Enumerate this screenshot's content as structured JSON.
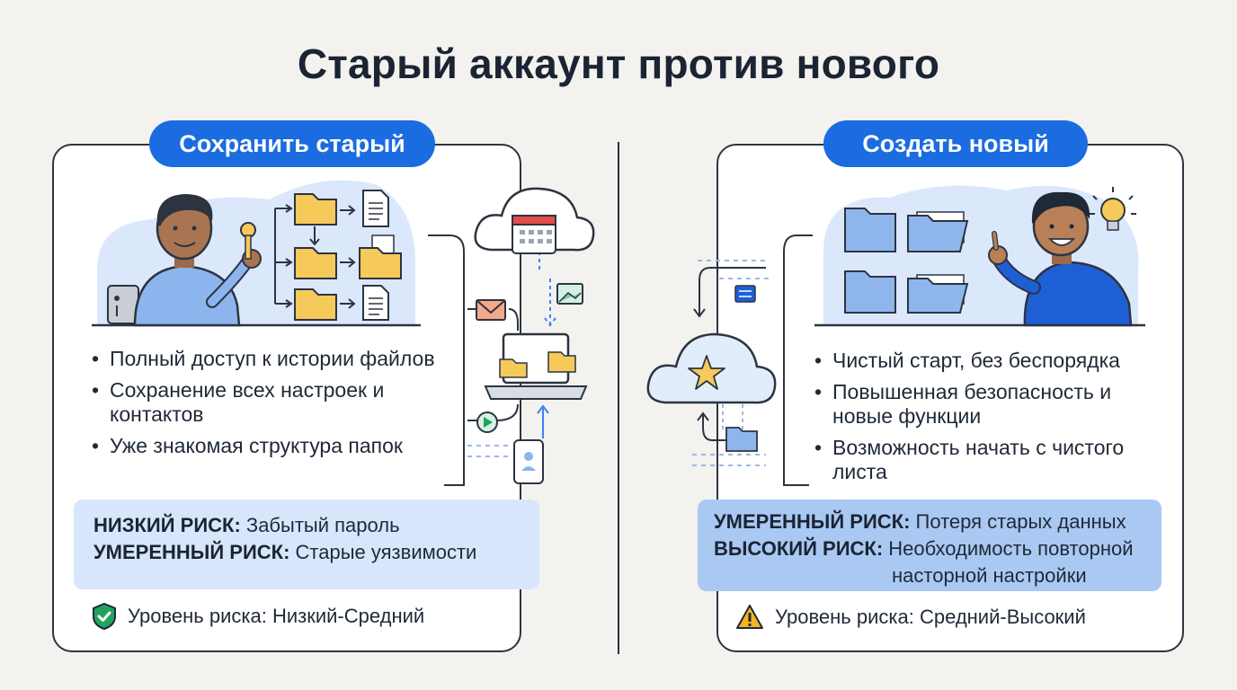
{
  "title": "Старый аккаунт против нового",
  "left": {
    "header": "Сохранить старый",
    "bullets": [
      "Полный доступ к истории файлов",
      "Сохранение всех настроек и контактов",
      "Уже знакомая структура папок"
    ],
    "risks": [
      {
        "label": "НИЗКИЙ РИСК:",
        "text": "Забытый пароль"
      },
      {
        "label": "УМЕРЕННЫЙ РИСК:",
        "text": "Старые уязвимости"
      }
    ],
    "level": "Уровень риска: Низкий-Средний",
    "level_icon": "shield-check-icon",
    "level_color": "#22a35a"
  },
  "right": {
    "header": "Создать новый",
    "bullets": [
      "Чистый старт, без беспорядка",
      "Повышенная безопасность и новые функции",
      "Возможность начать с чистого листа"
    ],
    "risks": [
      {
        "label": "УМЕРЕННЫЙ РИСК:",
        "text": "Потеря старых данных"
      },
      {
        "label": "ВЫСОКИЙ РИСК:",
        "text": "Необходимость повторной",
        "cont": "насторной настройки"
      }
    ],
    "level": "Уровень риска: Средний-Высокий",
    "level_icon": "warning-icon",
    "level_color": "#f2b51f"
  },
  "colors": {
    "accent": "#1a6ce0",
    "folder_yellow": "#f5c95a",
    "folder_blue": "#8fb6ec",
    "shirt_blue": "#8cb5ee",
    "shirt_royal": "#1f5fd6"
  }
}
